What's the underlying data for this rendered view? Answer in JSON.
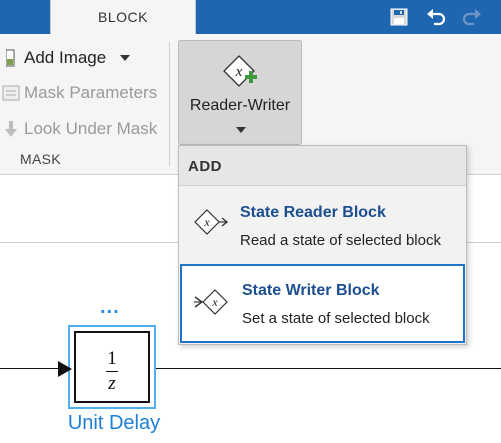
{
  "tabs": {
    "active": "BLOCK"
  },
  "quick_access": {
    "icons": [
      "save-icon",
      "undo-icon",
      "redo-icon"
    ]
  },
  "ribbon": {
    "mask_group": {
      "add_image": "Add Image",
      "mask_parameters": "Mask Parameters",
      "look_under_mask": "Look Under Mask",
      "label": "MASK"
    },
    "reader_writer_button": "Reader-Writer"
  },
  "menu": {
    "header": "ADD",
    "items": [
      {
        "title": "State Reader Block",
        "description": "Read a state of selected block"
      },
      {
        "title": "State Writer Block",
        "description": "Set a state of selected block"
      }
    ]
  },
  "canvas": {
    "block": {
      "numerator": "1",
      "denominator": "z",
      "name": "Unit Delay",
      "ellipsis": "..."
    }
  },
  "colors": {
    "tab_bar": "#1f66b0",
    "selection": "#4fb0f0",
    "menu_title": "#1c4f90",
    "block_name": "#1d7fd6"
  }
}
